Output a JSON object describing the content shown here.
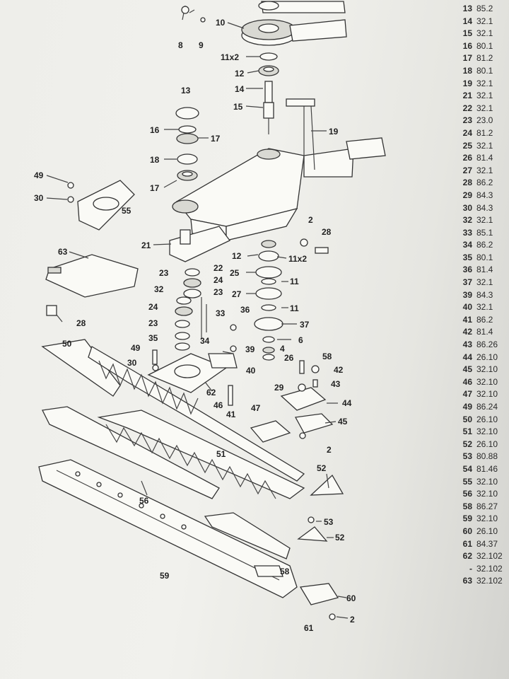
{
  "diagram": {
    "callouts": [
      {
        "id": "c8",
        "text": "8"
      },
      {
        "id": "c9",
        "text": "9"
      },
      {
        "id": "c10",
        "text": "10"
      },
      {
        "id": "c11x2a",
        "text": "11x2"
      },
      {
        "id": "c12a",
        "text": "12"
      },
      {
        "id": "c14",
        "text": "14"
      },
      {
        "id": "c15",
        "text": "15"
      },
      {
        "id": "c13",
        "text": "13"
      },
      {
        "id": "c16",
        "text": "16"
      },
      {
        "id": "c17a",
        "text": "17"
      },
      {
        "id": "c18",
        "text": "18"
      },
      {
        "id": "c17b",
        "text": "17"
      },
      {
        "id": "c19",
        "text": "19"
      },
      {
        "id": "c49a",
        "text": "49"
      },
      {
        "id": "c30a",
        "text": "30"
      },
      {
        "id": "c55",
        "text": "55"
      },
      {
        "id": "c63",
        "text": "63"
      },
      {
        "id": "c21",
        "text": "21"
      },
      {
        "id": "c2a",
        "text": "2"
      },
      {
        "id": "c28a",
        "text": "28"
      },
      {
        "id": "c12b",
        "text": "12"
      },
      {
        "id": "c11x2b",
        "text": "11x2"
      },
      {
        "id": "c22",
        "text": "22"
      },
      {
        "id": "c23a",
        "text": "23"
      },
      {
        "id": "c24a",
        "text": "24"
      },
      {
        "id": "c25",
        "text": "25"
      },
      {
        "id": "c11a",
        "text": "11"
      },
      {
        "id": "c32",
        "text": "32"
      },
      {
        "id": "c23b",
        "text": "23"
      },
      {
        "id": "c27",
        "text": "27"
      },
      {
        "id": "c11b",
        "text": "11"
      },
      {
        "id": "c33",
        "text": "33"
      },
      {
        "id": "c36",
        "text": "36"
      },
      {
        "id": "c24b",
        "text": "24"
      },
      {
        "id": "c28b",
        "text": "28"
      },
      {
        "id": "c23c",
        "text": "23"
      },
      {
        "id": "c37",
        "text": "37"
      },
      {
        "id": "c6",
        "text": "6"
      },
      {
        "id": "c35",
        "text": "35"
      },
      {
        "id": "c34",
        "text": "34"
      },
      {
        "id": "c39",
        "text": "39"
      },
      {
        "id": "c4",
        "text": "4"
      },
      {
        "id": "c26",
        "text": "26"
      },
      {
        "id": "c50",
        "text": "50"
      },
      {
        "id": "c49b",
        "text": "49"
      },
      {
        "id": "c58a",
        "text": "58"
      },
      {
        "id": "c30b",
        "text": "30"
      },
      {
        "id": "c42",
        "text": "42"
      },
      {
        "id": "c40",
        "text": "40"
      },
      {
        "id": "c43",
        "text": "43"
      },
      {
        "id": "c62",
        "text": "62"
      },
      {
        "id": "c29",
        "text": "29"
      },
      {
        "id": "c41",
        "text": "41"
      },
      {
        "id": "c46",
        "text": "46"
      },
      {
        "id": "c44",
        "text": "44"
      },
      {
        "id": "c47",
        "text": "47"
      },
      {
        "id": "c45",
        "text": "45"
      },
      {
        "id": "c2b",
        "text": "2"
      },
      {
        "id": "c51",
        "text": "51"
      },
      {
        "id": "c52a",
        "text": "52"
      },
      {
        "id": "c56",
        "text": "56"
      },
      {
        "id": "c53",
        "text": "53"
      },
      {
        "id": "c52b",
        "text": "52"
      },
      {
        "id": "c58b",
        "text": "58"
      },
      {
        "id": "c59",
        "text": "59"
      },
      {
        "id": "c60",
        "text": "60"
      },
      {
        "id": "c2c",
        "text": "2"
      },
      {
        "id": "c61",
        "text": "61"
      }
    ]
  },
  "parts_table": {
    "rows": [
      {
        "num": "13",
        "code": "85.2"
      },
      {
        "num": "14",
        "code": "32.1"
      },
      {
        "num": "15",
        "code": "32.1"
      },
      {
        "num": "16",
        "code": "80.1"
      },
      {
        "num": "17",
        "code": "81.2"
      },
      {
        "num": "18",
        "code": "80.1"
      },
      {
        "num": "19",
        "code": "32.1"
      },
      {
        "num": "21",
        "code": "32.1"
      },
      {
        "num": "22",
        "code": "32.1"
      },
      {
        "num": "23",
        "code": "23.0"
      },
      {
        "num": "24",
        "code": "81.2"
      },
      {
        "num": "25",
        "code": "32.1"
      },
      {
        "num": "26",
        "code": "81.4"
      },
      {
        "num": "27",
        "code": "32.1"
      },
      {
        "num": "28",
        "code": "86.2"
      },
      {
        "num": "29",
        "code": "84.3"
      },
      {
        "num": "30",
        "code": "84.3"
      },
      {
        "num": "32",
        "code": "32.1"
      },
      {
        "num": "33",
        "code": "85.1"
      },
      {
        "num": "34",
        "code": "86.2"
      },
      {
        "num": "35",
        "code": "80.1"
      },
      {
        "num": "36",
        "code": "81.4"
      },
      {
        "num": "37",
        "code": "32.1"
      },
      {
        "num": "39",
        "code": "84.3"
      },
      {
        "num": "40",
        "code": "32.1"
      },
      {
        "num": "41",
        "code": "86.2"
      },
      {
        "num": "42",
        "code": "81.4"
      },
      {
        "num": "43",
        "code": "86.26"
      },
      {
        "num": "44",
        "code": "26.10"
      },
      {
        "num": "45",
        "code": "32.10"
      },
      {
        "num": "46",
        "code": "32.10"
      },
      {
        "num": "47",
        "code": "32.10"
      },
      {
        "num": "49",
        "code": "86.24"
      },
      {
        "num": "50",
        "code": "26.10"
      },
      {
        "num": "51",
        "code": "32.10"
      },
      {
        "num": "52",
        "code": "26.10"
      },
      {
        "num": "53",
        "code": "80.88"
      },
      {
        "num": "54",
        "code": "81.46"
      },
      {
        "num": "55",
        "code": "32.10"
      },
      {
        "num": "56",
        "code": "32.10"
      },
      {
        "num": "58",
        "code": "86.27"
      },
      {
        "num": "59",
        "code": "32.10"
      },
      {
        "num": "60",
        "code": "26.10"
      },
      {
        "num": "61",
        "code": "84.37"
      },
      {
        "num": "62",
        "code": "32.102"
      },
      {
        "num": "-",
        "code": "32.102"
      },
      {
        "num": "63",
        "code": "32.102"
      }
    ]
  }
}
